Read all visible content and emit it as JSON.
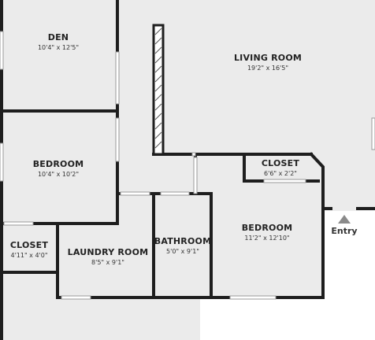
{
  "rooms": [
    {
      "id": "den",
      "name": "DEN",
      "dims": "10'4\" x 12'5\""
    },
    {
      "id": "living",
      "name": "LIVING ROOM",
      "dims": "19'2\" x 16'5\""
    },
    {
      "id": "bedroom1",
      "name": "BEDROOM",
      "dims": "10'4\" x 10'2\""
    },
    {
      "id": "closet1",
      "name": "CLOSET",
      "dims": "6'6\" x 2'2\""
    },
    {
      "id": "bedroom2",
      "name": "BEDROOM",
      "dims": "11'2\" x 12'10\""
    },
    {
      "id": "closet2",
      "name": "CLOSET",
      "dims": "4'11\" x 4'0\""
    },
    {
      "id": "laundry",
      "name": "LAUNDRY ROOM",
      "dims": "8'5\" x 9'1\""
    },
    {
      "id": "bath",
      "name": "BATHROOM",
      "dims": "5'0\" x 9'1\""
    }
  ],
  "entry": {
    "label": "Entry"
  },
  "colors": {
    "floor": "#ebebeb",
    "wall": "#1e1e1e",
    "window": "#ffffff",
    "marker": "#8a8a8a"
  }
}
